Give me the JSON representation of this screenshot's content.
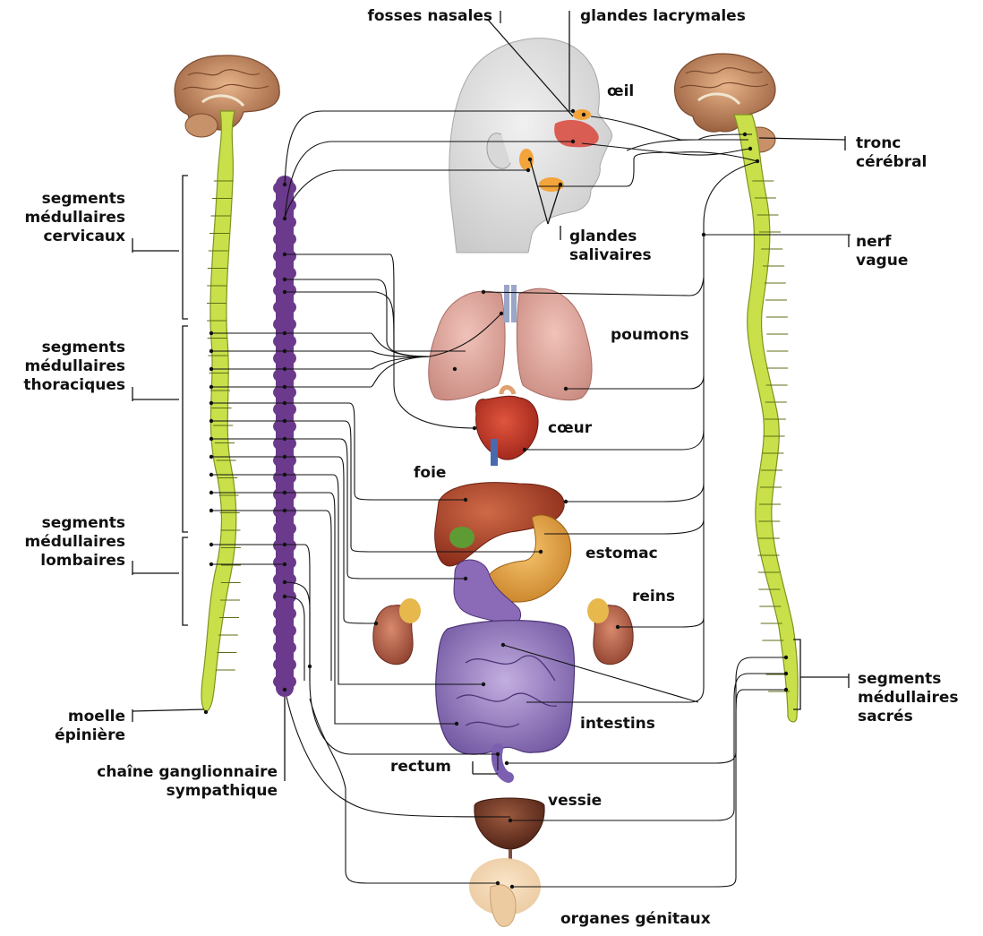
{
  "labels": {
    "fosses_nasales": "fosses nasales",
    "glandes_lacrymales": "glandes lacrymales",
    "oeil": "œil",
    "tronc_cerebral": [
      "tronc",
      "cérébral"
    ],
    "nerf_vague": [
      "nerf",
      "vague"
    ],
    "glandes_salivaires": [
      "glandes",
      "salivaires"
    ],
    "segments_cervicaux": [
      "segments",
      "médullaires",
      "cervicaux"
    ],
    "segments_thoraciques": [
      "segments",
      "médullaires",
      "thoraciques"
    ],
    "segments_lombaires": [
      "segments",
      "médullaires",
      "lombaires"
    ],
    "segments_sacres": [
      "segments",
      "médullaires",
      "sacrés"
    ],
    "poumons": "poumons",
    "coeur": "cœur",
    "foie": "foie",
    "estomac": "estomac",
    "reins": "reins",
    "intestins": "intestins",
    "rectum": "rectum",
    "vessie": "vessie",
    "organes_genitaux": "organes génitaux",
    "moelle_epiniere": [
      "moelle",
      "épinière"
    ],
    "chaine_ganglionnaire": [
      "chaîne ganglionnaire",
      "sympathique"
    ]
  },
  "colors": {
    "spinal_cord": "#c9e04a",
    "sympathetic_chain": "#6b3a8c",
    "brain": "#b9805a",
    "lungs": "#d9a49b",
    "liver": "#a8432a",
    "stomach": "#e2a64a",
    "intestine": "#9a7fc0",
    "kidney": "#b0604a",
    "bladder": "#6a3323",
    "nerve_line": "#111111"
  }
}
